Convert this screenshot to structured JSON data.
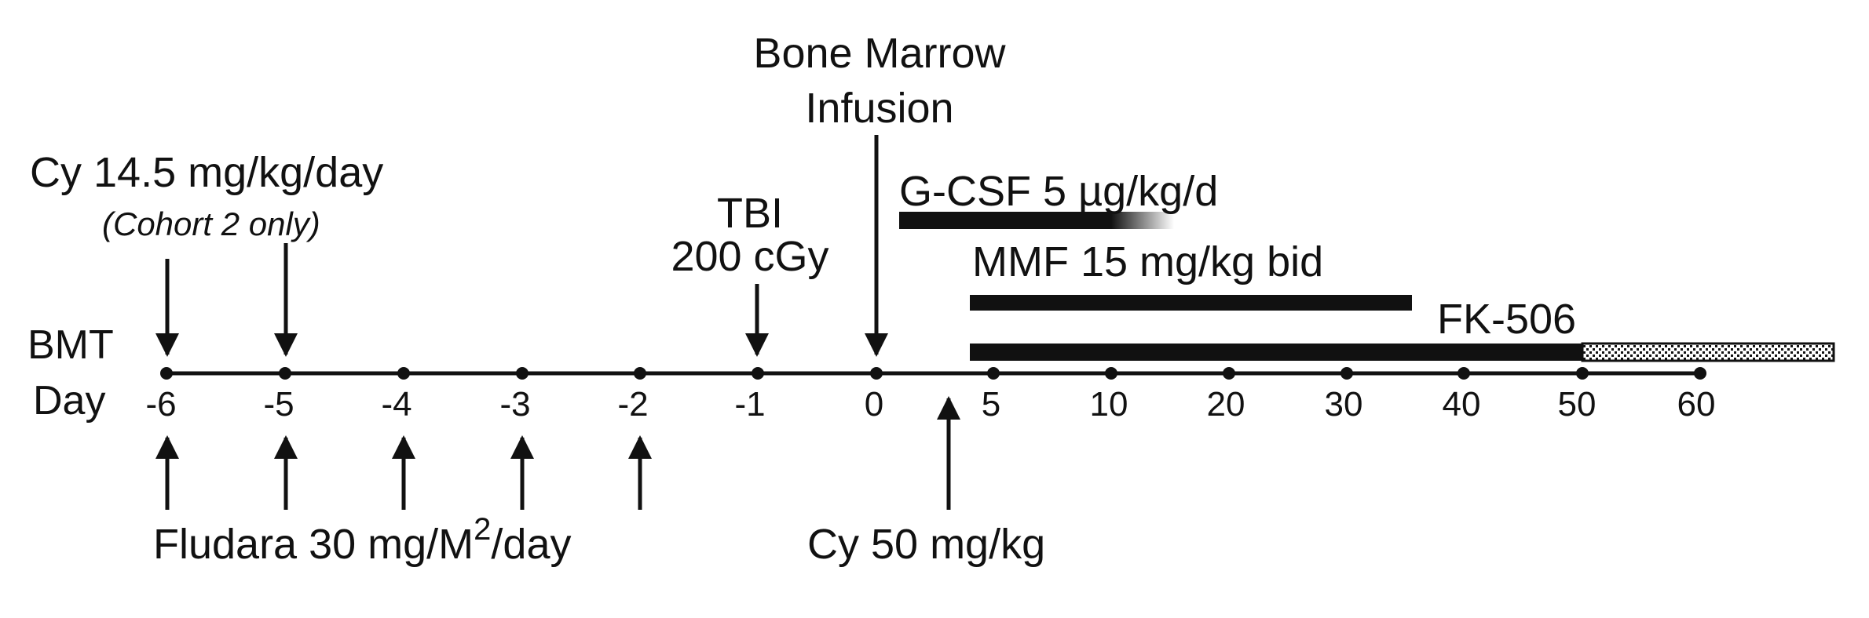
{
  "title_axis": {
    "line1": "BMT",
    "line2": "Day"
  },
  "ticks": [
    "-6",
    "-5",
    "-4",
    "-3",
    "-2",
    "-1",
    "0",
    "5",
    "10",
    "20",
    "30",
    "40",
    "50",
    "60"
  ],
  "top_events": {
    "cy_label": "Cy 14.5 mg/kg/day",
    "cy_sub": "(Cohort 2 only)",
    "tbi_line1": "TBI",
    "tbi_line2": "200 cGy",
    "bm_line1": "Bone Marrow",
    "bm_line2": "Infusion"
  },
  "bottom_events": {
    "fludara_main": "Fludara 30 mg/M",
    "fludara_sup": "2",
    "fludara_tail": "/day",
    "cy50": "Cy 50 mg/kg"
  },
  "bars": {
    "gcsf": "G-CSF 5 µg/kg/d",
    "mmf": "MMF 15 mg/kg bid",
    "fk506": "FK-506"
  },
  "colors": {
    "ink": "#111111",
    "background": "#ffffff"
  }
}
